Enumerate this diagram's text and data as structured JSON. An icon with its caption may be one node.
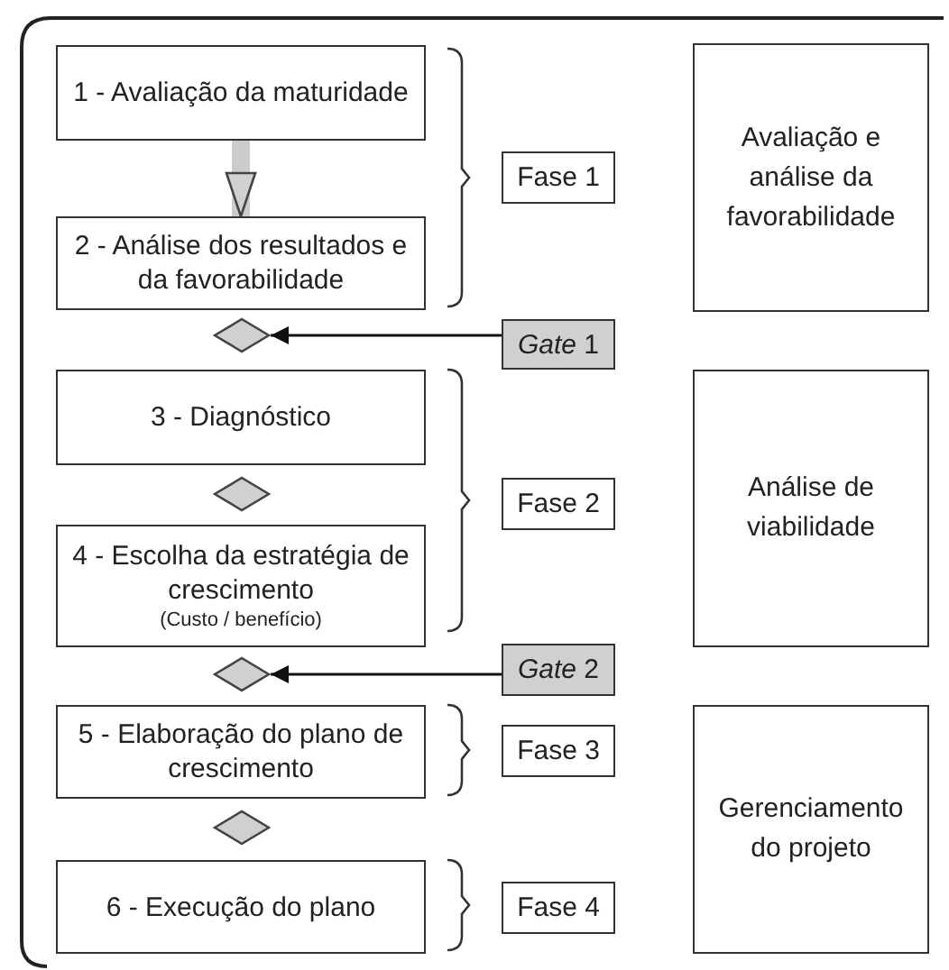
{
  "diagram": {
    "nodes": [
      {
        "text": [
          "1 - Avaliação da maturidade"
        ]
      },
      {
        "text": [
          "2 - Análise dos resultados e da favorabilidade"
        ]
      },
      {
        "text": [],
        "shape": "diamond"
      },
      {
        "text": [
          "3 - Diagnóstico"
        ]
      },
      {
        "text": [],
        "shape": "diamond"
      },
      {
        "text": [
          "4 - Escolha da estratégia de crescimento",
          "(Custo / benefício)"
        ]
      },
      {
        "text": [],
        "shape": "diamond"
      },
      {
        "text": [
          "5 - Elaboração do plano de crescimento"
        ]
      },
      {
        "text": [],
        "shape": "diamond"
      },
      {
        "text": [
          "6 - Execução do plano"
        ]
      },
      {
        "text": [
          "Fase 1"
        ]
      },
      {
        "text": [
          "*Gate* 1"
        ]
      },
      {
        "text": [
          "Fase 2"
        ]
      },
      {
        "text": [
          "*Gate* 2"
        ]
      },
      {
        "text": [
          "Fase 3"
        ]
      },
      {
        "text": [
          "Fase 4"
        ]
      },
      {
        "text": [
          "Avaliação e análise da favorabilidade"
        ]
      },
      {
        "text": [
          "Análise de viabilidade"
        ]
      },
      {
        "text": [
          "Gerenciamento do projeto"
        ]
      }
    ],
    "edges": [
      {
        "from": 0,
        "to": 1,
        "arrow": "to",
        "style": "thick",
        "color": "#cccccc"
      },
      {
        "from": 11,
        "to": 2,
        "arrow": "to"
      },
      {
        "from": 13,
        "to": 6,
        "arrow": "to"
      }
    ]
  }
}
